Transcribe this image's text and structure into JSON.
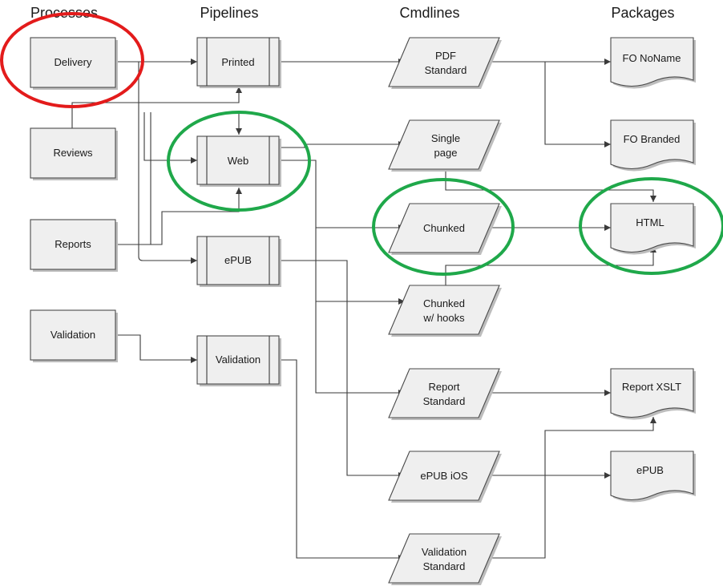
{
  "columns": {
    "processes": "Processes",
    "pipelines": "Pipelines",
    "cmdlines": "Cmdlines",
    "packages": "Packages"
  },
  "processes": {
    "delivery": "Delivery",
    "reviews": "Reviews",
    "reports": "Reports",
    "validation": "Validation"
  },
  "pipelines": {
    "printed": "Printed",
    "web": "Web",
    "epub": "ePUB",
    "validation": "Validation"
  },
  "cmdlines": {
    "pdf_standard": [
      "PDF",
      "Standard"
    ],
    "single_page": [
      "Single",
      "page"
    ],
    "chunked": [
      "Chunked"
    ],
    "chunked_hooks": [
      "Chunked",
      "w/ hooks"
    ],
    "report_standard": [
      "Report",
      "Standard"
    ],
    "epub_ios": [
      "ePUB iOS"
    ],
    "validation_standard": [
      "Validation",
      "Standard"
    ]
  },
  "packages": {
    "fo_noname": "FO NoName",
    "fo_branded": "FO Branded",
    "html": "HTML",
    "report_xslt": "Report XSLT",
    "epub": "ePUB"
  },
  "highlight_colors": {
    "red": "#e31b1b",
    "green": "#1fa84a"
  }
}
